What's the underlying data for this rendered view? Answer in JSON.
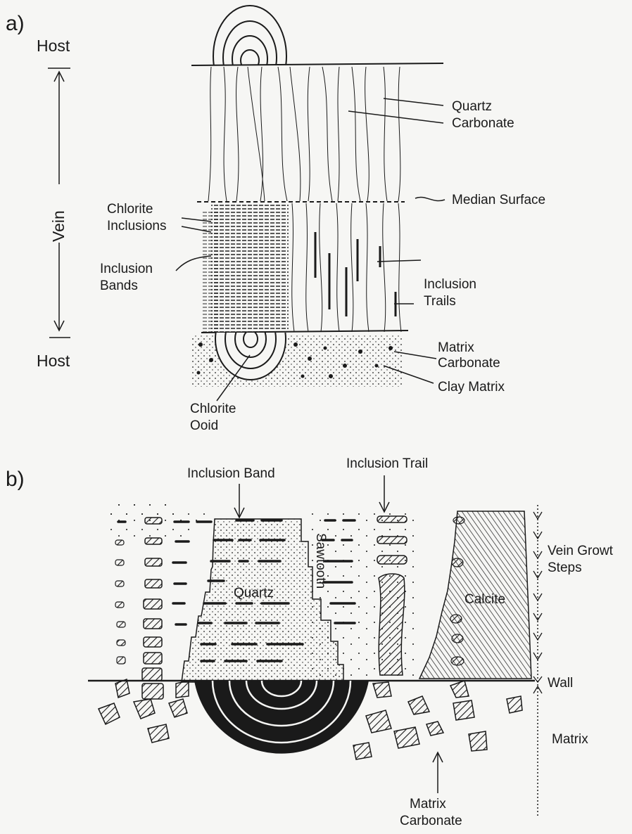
{
  "panel_a": {
    "tag": "a)",
    "host_top": "Host",
    "host_bottom": "Host",
    "vein": "Vein",
    "labels": {
      "quartz": "Quartz",
      "carbonate": "Carbonate",
      "median_surface": "Median Surface",
      "chlorite_inclusions_1": "Chlorite",
      "chlorite_inclusions_2": "Inclusions",
      "inclusion_bands_1": "Inclusion",
      "inclusion_bands_2": "Bands",
      "inclusion_trails_1": "Inclusion",
      "inclusion_trails_2": "Trails",
      "matrix_carbonate_1": "Matrix",
      "matrix_carbonate_2": "Carbonate",
      "clay_matrix": "Clay Matrix",
      "chlorite_ooid_1": "Chlorite",
      "chlorite_ooid_2": "Ooid"
    }
  },
  "panel_b": {
    "tag": "b)",
    "labels": {
      "inclusion_band": "Inclusion Band",
      "inclusion_trail": "Inclusion Trail",
      "sawtooth": "Sawtooth",
      "quartz": "Quartz",
      "calcite": "Calcite",
      "vein_growth_1": "Vein Growt",
      "vein_growth_2": "Steps",
      "wall": "Wall",
      "matrix": "Matrix",
      "matrix_carbonate_1": "Matrix",
      "matrix_carbonate_2": "Carbonate"
    }
  },
  "colors": {
    "ink": "#1a1a1a",
    "paper": "#f6f6f4"
  }
}
